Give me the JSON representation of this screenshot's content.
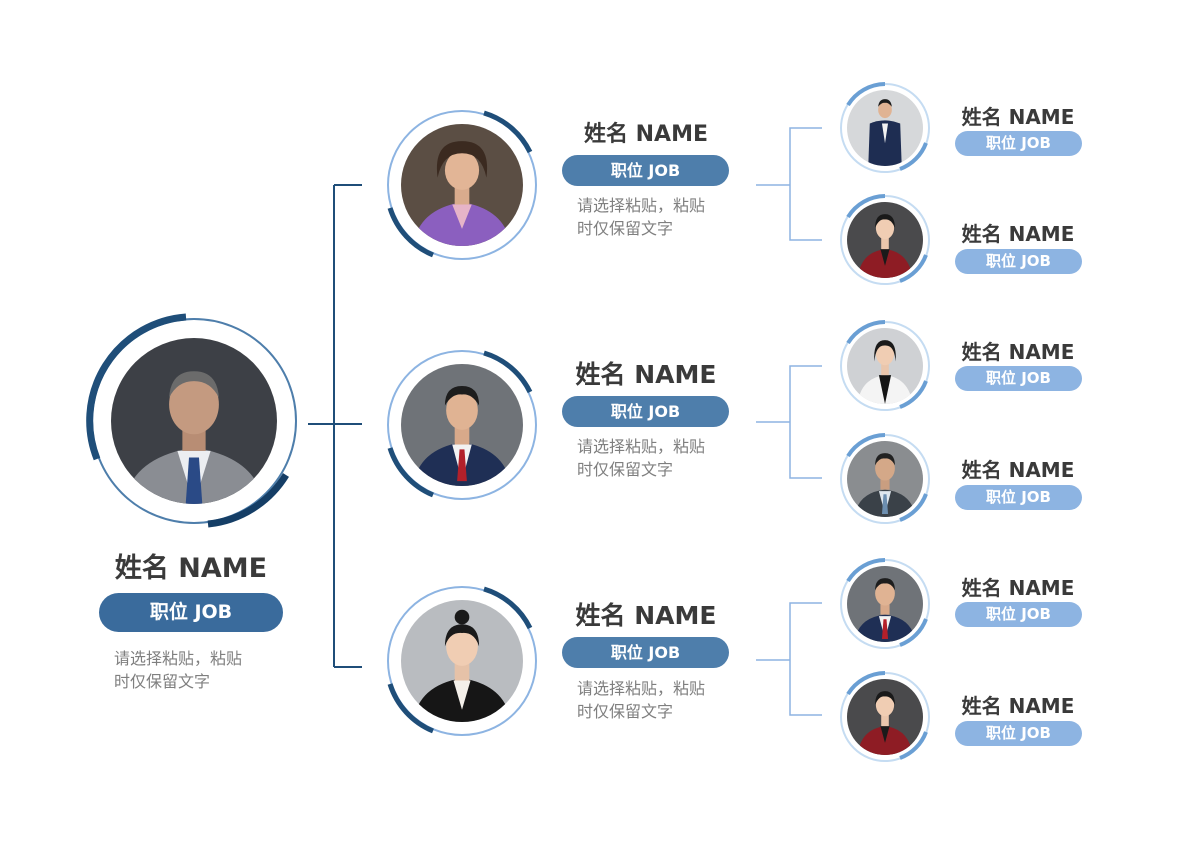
{
  "colors": {
    "dark_blue": "#1f4e79",
    "mid_blue": "#4e7eab",
    "light_blue": "#8db4e2",
    "name_text": "#3a3a3a",
    "desc_text": "#7f7f7f"
  },
  "root": {
    "name": "姓名 NAME",
    "job": "职位 JOB",
    "desc_line1": "请选择粘贴，粘贴",
    "desc_line2": "时仅保留文字",
    "photo": "portrait-older-man-suit"
  },
  "managers": [
    {
      "name": "姓名 NAME",
      "job": "职位 JOB",
      "desc_line1": "请选择粘贴，粘贴",
      "desc_line2": "时仅保留文字",
      "photo": "portrait-woman-purple-blazer",
      "reports": [
        {
          "name": "姓名 NAME",
          "job": "职位 JOB",
          "photo": "portrait-man-navy-suit"
        },
        {
          "name": "姓名 NAME",
          "job": "职位 JOB",
          "photo": "portrait-woman-red-blazer"
        }
      ]
    },
    {
      "name": "姓名 NAME",
      "job": "职位 JOB",
      "desc_line1": "请选择粘贴，粘贴",
      "desc_line2": "时仅保留文字",
      "photo": "portrait-young-man-red-tie",
      "reports": [
        {
          "name": "姓名 NAME",
          "job": "职位 JOB",
          "photo": "portrait-woman-white-blazer"
        },
        {
          "name": "姓名 NAME",
          "job": "职位 JOB",
          "photo": "portrait-man-grey-suit"
        }
      ]
    },
    {
      "name": "姓名 NAME",
      "job": "职位 JOB",
      "desc_line1": "请选择粘贴，粘贴",
      "desc_line2": "时仅保留文字",
      "photo": "portrait-woman-black-blazer",
      "reports": [
        {
          "name": "姓名 NAME",
          "job": "职位 JOB",
          "photo": "portrait-young-man-navy-suit"
        },
        {
          "name": "姓名 NAME",
          "job": "职位 JOB",
          "photo": "portrait-woman-red-blazer"
        }
      ]
    }
  ]
}
